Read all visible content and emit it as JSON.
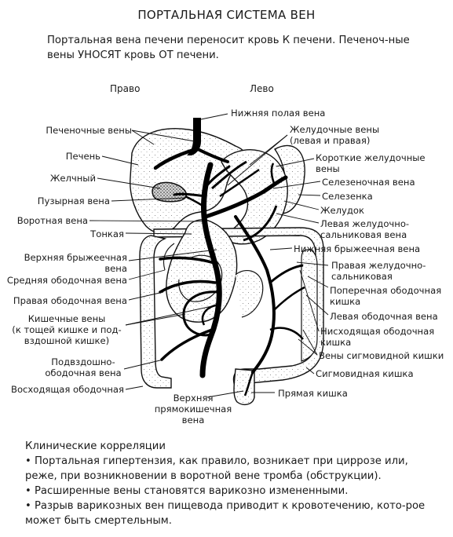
{
  "title": "ПОРТАЛЬНАЯ СИСТЕМА ВЕН",
  "intro": "Портальная вена печени переносит кровь К печени. Печеноч-ные вены УНОСЯТ кровь ОТ печени.",
  "sides": {
    "right": "Право",
    "left": "Лево"
  },
  "labels": {
    "ivc": "Нижняя полая вена",
    "hepatic_veins": "Печеночные вены",
    "gastric_veins": [
      "Желудочные вены",
      "(левая и правая)"
    ],
    "liver": "Печень",
    "short_gastric": [
      "Короткие желудочные",
      "вены"
    ],
    "gallbladder": "Желчный",
    "splenic_vein": "Селезеночная вена",
    "cystic_vein": "Пузырная вена",
    "spleen": "Селезенка",
    "stomach": "Желудок",
    "portal_vein": "Воротная вена",
    "left_gastroepiploic": [
      "Левая желудочно-",
      "сальниковая вена"
    ],
    "small_intestine": "Тонкая",
    "inferior_mesenteric": "Нижняя брыжеечная вена",
    "superior_mesenteric": [
      "Верхняя брыжеечная",
      "вена"
    ],
    "right_gastroepiploic": [
      "Правая желудочно-",
      "сальниковая"
    ],
    "middle_colic": "Средняя ободочная вена",
    "transverse_colon": [
      "Поперечная ободочная",
      "кишка"
    ],
    "right_colic": "Правая ободочная вена",
    "left_colic": "Левая ободочная вена",
    "intestinal_veins": [
      "Кишечные вены",
      "(к тощей кишке и под-",
      "вздошной кишке)"
    ],
    "descending_colon": [
      "Нисходящая ободочная",
      "кишка"
    ],
    "sigmoid_veins": "Вены сигмовидной кишки",
    "ileocolic": [
      "Подвздошно-",
      "ободочная вена"
    ],
    "sigmoid_colon": "Сигмовидная кишка",
    "ascending_colon": "Восходящая ободочная",
    "rectum": "Прямая кишка",
    "superior_rectal": [
      "Верхняя",
      "прямокишечная",
      "вена"
    ]
  },
  "clinical": {
    "heading": "Клинические корреляции",
    "items": [
      "•  Портальная гипертензия, как правило, возникает при циррозе или, реже, при возникновении в воротной вене тромба (обструкции).",
      "•  Расширенные вены становятся варикозно измененными.",
      "•  Разрыв варикозных вен пищевода приводит к кровотечению, кото-рое может быть смертельным."
    ]
  }
}
